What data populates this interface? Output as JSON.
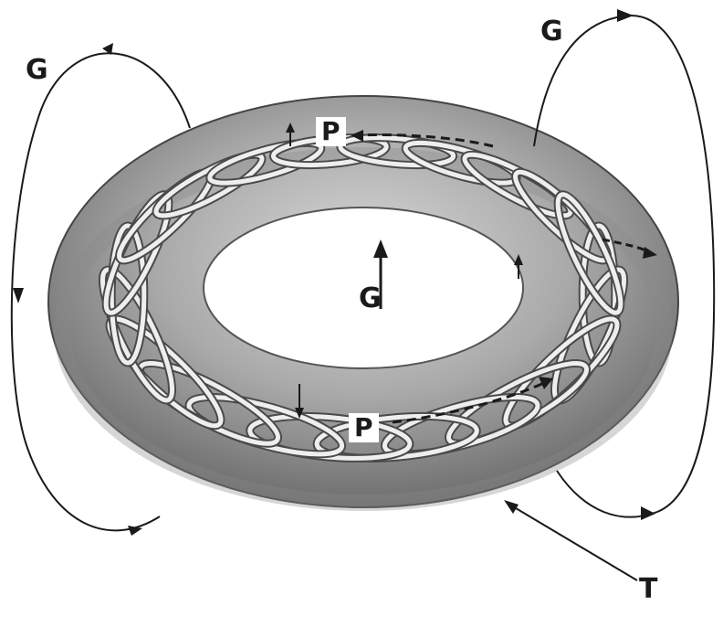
{
  "labels": {
    "g_left": "G",
    "g_right": "G",
    "g_center": "G",
    "p_top": "P",
    "p_bottom": "P",
    "t": "T"
  },
  "colors": {
    "background": "#ffffff",
    "ink": "#1a1a1a",
    "torus_dark": "#6d6d6d",
    "torus_mid": "#a9a9a9",
    "torus_light": "#d9d9d9",
    "coil": "#eeeeee"
  },
  "winding_count": 22
}
